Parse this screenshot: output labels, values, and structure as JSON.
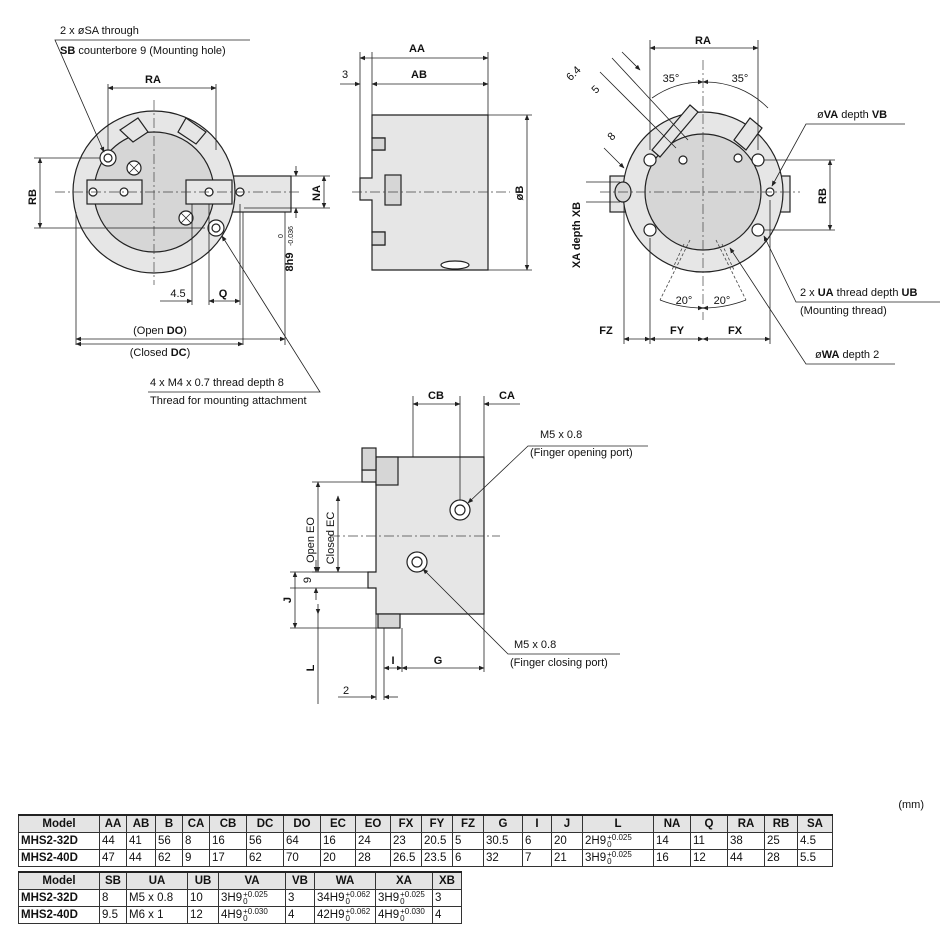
{
  "callouts": {
    "sa_holes": "2 x øSA through",
    "sb_prefix": "SB",
    "sb_rest": " counterbore 9 (Mounting hole)",
    "m4_thread": "4 x M4 x 0.7 thread depth 8",
    "m4_note": "Thread for mounting attachment",
    "open_do_pre": "(Open ",
    "open_do_key": "DO",
    "open_do_post": ")",
    "closed_dc_pre": "(Closed ",
    "closed_dc_key": "DC",
    "closed_dc_post": ")",
    "va_pre": "ø",
    "va_key": "VA",
    "va_post": "  depth ",
    "vb_key": "VB",
    "ua_pre": "2 x ",
    "ua_key": "UA",
    "ua_mid": "  thread depth ",
    "ub_key": "UB",
    "ua_note": "(Mounting thread)",
    "wa_pre": "ø",
    "wa_key": "WA",
    "wa_post": "  depth 2",
    "xa_rot": "XA  depth XB",
    "port_open": "M5 x 0.8",
    "port_open_note": "(Finger opening port)",
    "port_close": "M5 x 0.8",
    "port_close_note": "(Finger closing port)"
  },
  "dims": {
    "ra": "RA",
    "rb": "RB",
    "na": "NA",
    "h8": "8h9",
    "h8_up": "0",
    "h8_lo": "-0.036",
    "d45": "4.5",
    "q": "Q",
    "aa": "AA",
    "ab": "AB",
    "d3": "3",
    "ob": "øB",
    "d64": "6.4",
    "d5": "5",
    "d8": "8",
    "a35": "35°",
    "a20": "20°",
    "fz": "FZ",
    "fy": "FY",
    "fx": "FX",
    "cb": "CB",
    "ca": "CA",
    "open_eo": "Open EO",
    "closed_ec": "Closed EC",
    "d9": "9",
    "j": "J",
    "l": "L",
    "i": "I",
    "g": "G",
    "d2": "2"
  },
  "table1": {
    "unit": "(mm)",
    "headers": [
      "Model",
      "AA",
      "AB",
      "B",
      "CA",
      "CB",
      "DC",
      "DO",
      "EC",
      "EO",
      "FX",
      "FY",
      "FZ",
      "G",
      "I",
      "J",
      "L",
      "NA",
      "Q",
      "RA",
      "RB",
      "SA"
    ],
    "rows": [
      {
        "model": "MHS2-32D",
        "cells": [
          "44",
          "41",
          "56",
          "8",
          "16",
          "56",
          "64",
          "16",
          "24",
          "23",
          "20.5",
          "5",
          "30.5",
          "6",
          "20"
        ],
        "l_base": "2H9",
        "l_tol_up": "+0.025",
        "l_tol_lo": "0",
        "tail": [
          "14",
          "11",
          "38",
          "25",
          "4.5"
        ]
      },
      {
        "model": "MHS2-40D",
        "cells": [
          "47",
          "44",
          "62",
          "9",
          "17",
          "62",
          "70",
          "20",
          "28",
          "26.5",
          "23.5",
          "6",
          "32",
          "7",
          "21"
        ],
        "l_base": "3H9",
        "l_tol_up": "+0.025",
        "l_tol_lo": "0",
        "tail": [
          "16",
          "12",
          "44",
          "28",
          "5.5"
        ]
      }
    ]
  },
  "table2": {
    "headers": [
      "Model",
      "SB",
      "UA",
      "UB",
      "VA",
      "VB",
      "WA",
      "XA",
      "XB"
    ],
    "rows": [
      {
        "model": "MHS2-32D",
        "sb": "8",
        "ua": "M5 x 0.8",
        "ub": "10",
        "va": "3H9",
        "va_up": "+0.025",
        "va_lo": "0",
        "vb": "3",
        "wa": "34H9",
        "wa_up": "+0.062",
        "wa_lo": "0",
        "xa": "3H9",
        "xa_up": "+0.025",
        "xa_lo": "0",
        "xb": "3"
      },
      {
        "model": "MHS2-40D",
        "sb": "9.5",
        "ua": "M6 x 1",
        "ub": "12",
        "va": "4H9",
        "va_up": "+0.030",
        "va_lo": "0",
        "vb": "4",
        "wa": "42H9",
        "wa_up": "+0.062",
        "wa_lo": "0",
        "xa": "4H9",
        "xa_up": "+0.030",
        "xa_lo": "0",
        "xb": "4"
      }
    ]
  }
}
